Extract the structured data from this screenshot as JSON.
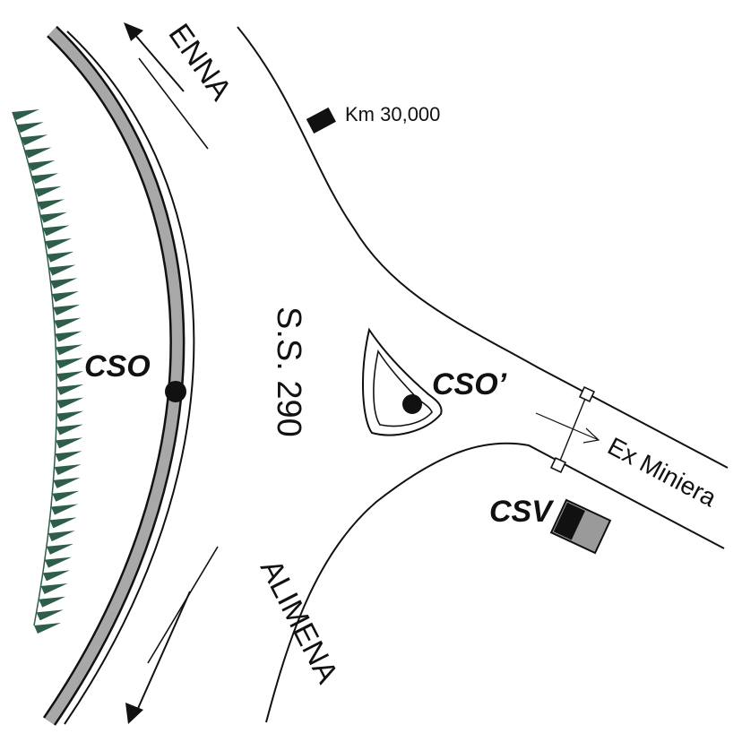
{
  "directions": {
    "north": "ENNA",
    "south": "ALIMENA",
    "east": "Ex Miniera"
  },
  "road_name": "S.S. 290",
  "km_marker": "Km 30,000",
  "stations": {
    "cso": "CSO",
    "cso_prime": "CSO’",
    "csv": "CSV"
  },
  "colors": {
    "line": "#111111",
    "gray_band": "#a8a8a8",
    "vegetation": "#2e5e4a",
    "building": "#9a9a9a"
  }
}
